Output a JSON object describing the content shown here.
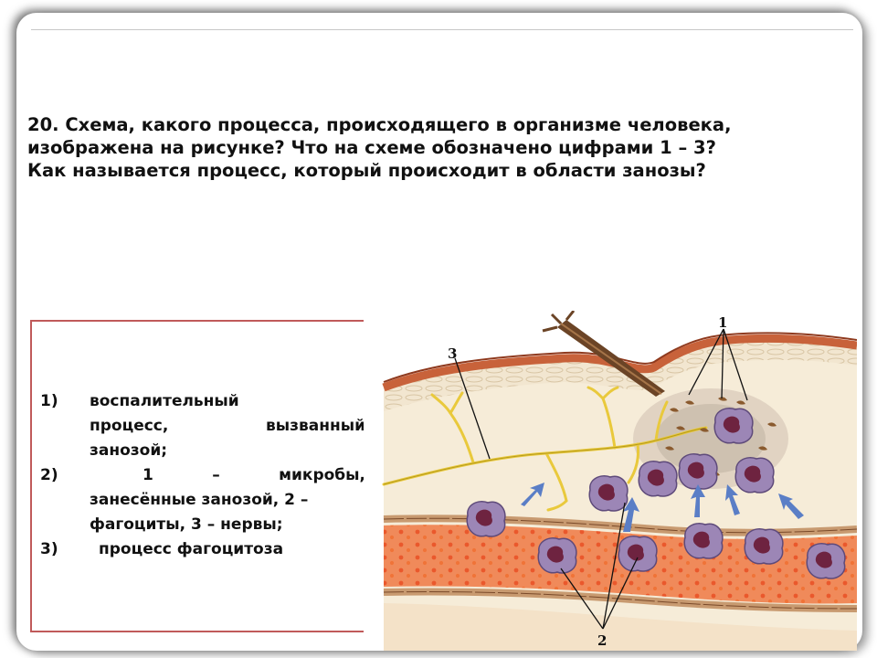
{
  "question": {
    "lines": [
      "20. Схема, какого процесса, происходящего в организме человека,",
      "изображена на рисунке? Что на схеме обозначено цифрами 1 – 3?",
      "Как называется процесс, который происходит в области занозы?"
    ]
  },
  "answers": [
    {
      "num": "1)",
      "line1_a": "воспалительный",
      "line2_a": "процесс,",
      "line2_b": "вызванный",
      "line3": "занозой;"
    },
    {
      "num": "2)",
      "line1_a": "1",
      "line1_b": "–",
      "line1_c": "микробы,",
      "line2": "занесённые занозой, 2 –",
      "line3": "фагоциты, 3 – нервы;"
    },
    {
      "num": "3)",
      "line1": "процесс фагоцитоза"
    }
  ],
  "figure": {
    "labels": {
      "one": "1",
      "two": "2",
      "three": "3"
    },
    "colors": {
      "skin_outer": "#c8623a",
      "skin_layer": "#f2e6d0",
      "dermis": "#f6ecd8",
      "nerve": "#e9c93c",
      "vessel": "#e2582a",
      "phagocyte": "#9c86b6",
      "nucleus": "#6e2340",
      "arrow": "#5a7ec6",
      "splinter": "#6b4426"
    }
  }
}
